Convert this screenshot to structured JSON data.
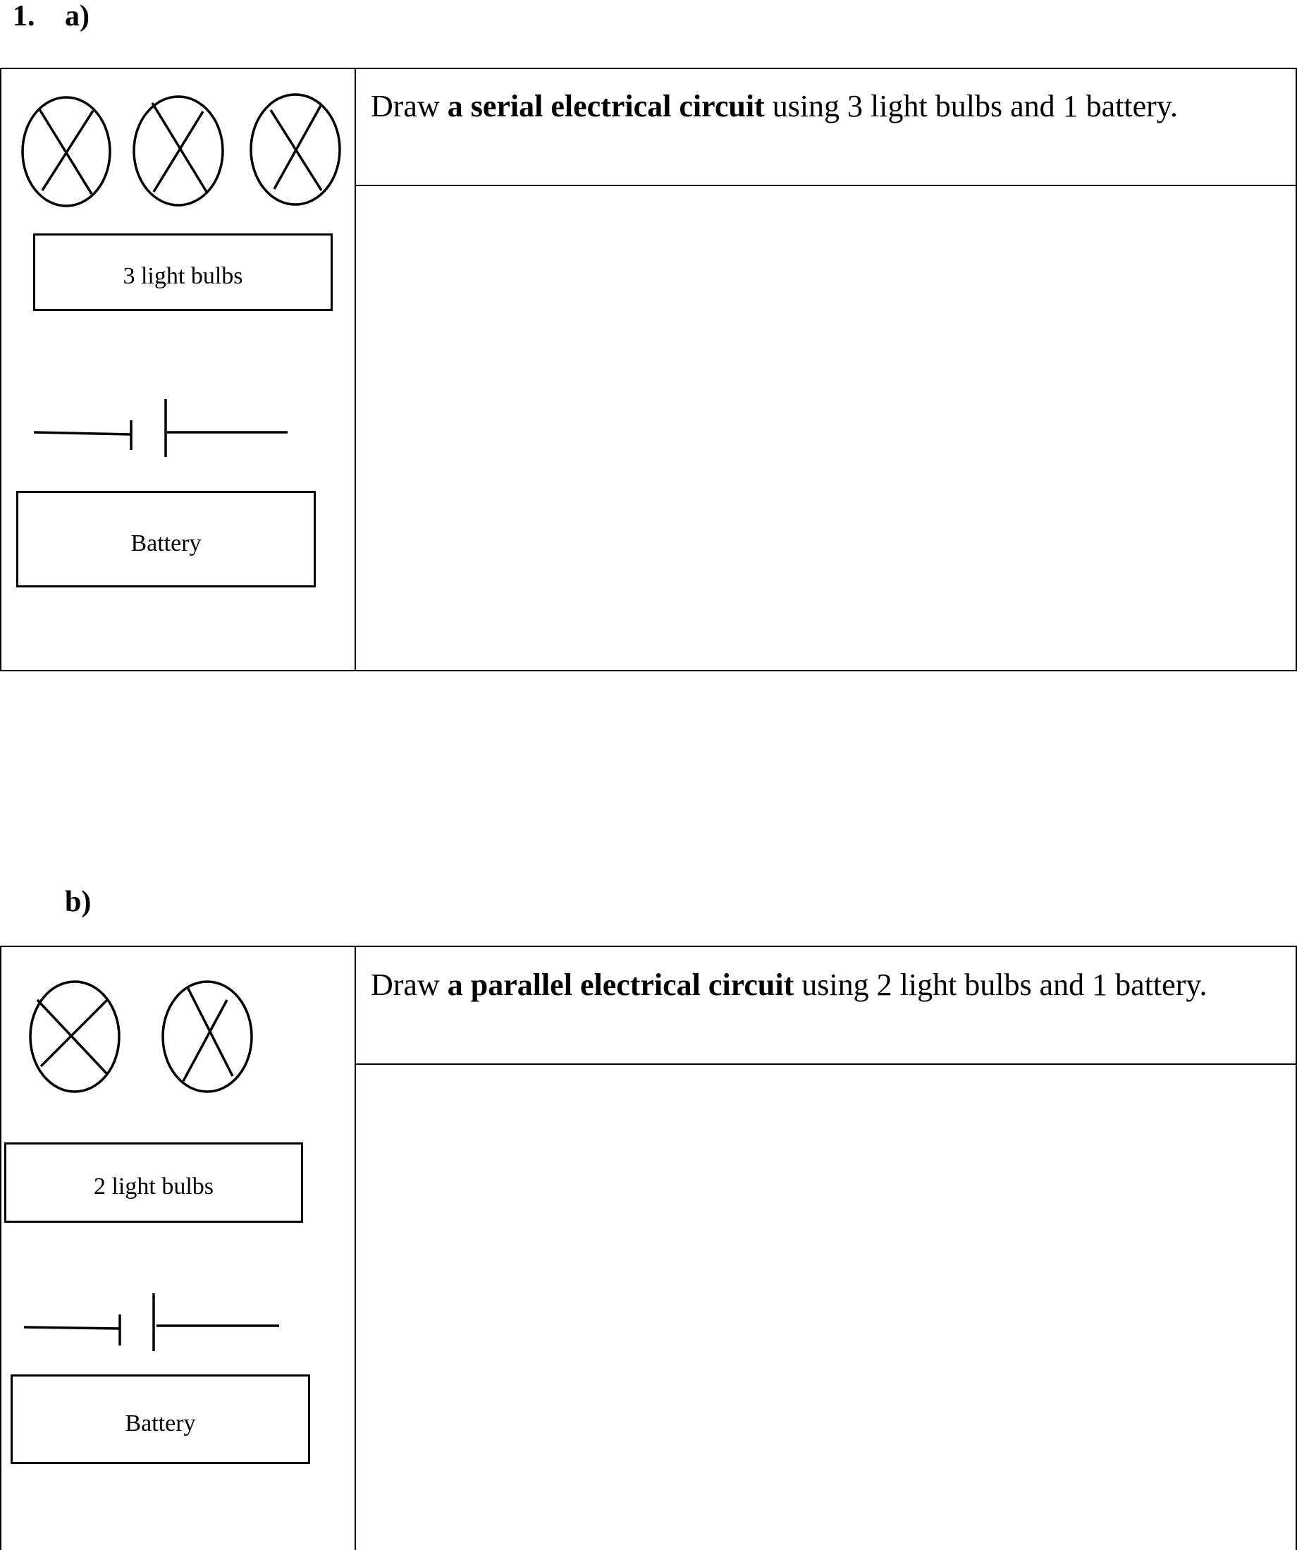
{
  "question_number": "1.",
  "part_a": {
    "label": "a)",
    "bulbs_caption": "3 light bulbs",
    "battery_caption": "Battery",
    "prompt_prefix": "Draw ",
    "prompt_bold": "a serial electrical circuit",
    "prompt_suffix": " using 3 light bulbs and 1 battery.",
    "bulb_icon": "light-bulb-icon",
    "battery_icon": "battery-symbol-icon"
  },
  "part_b": {
    "label": "b)",
    "bulbs_caption": "2 light bulbs",
    "battery_caption": "Battery",
    "prompt_prefix": "Draw ",
    "prompt_bold": "a parallel electrical circuit",
    "prompt_suffix": " using 2 light bulbs and 1 battery.",
    "bulb_icon": "light-bulb-icon",
    "battery_icon": "battery-symbol-icon"
  }
}
